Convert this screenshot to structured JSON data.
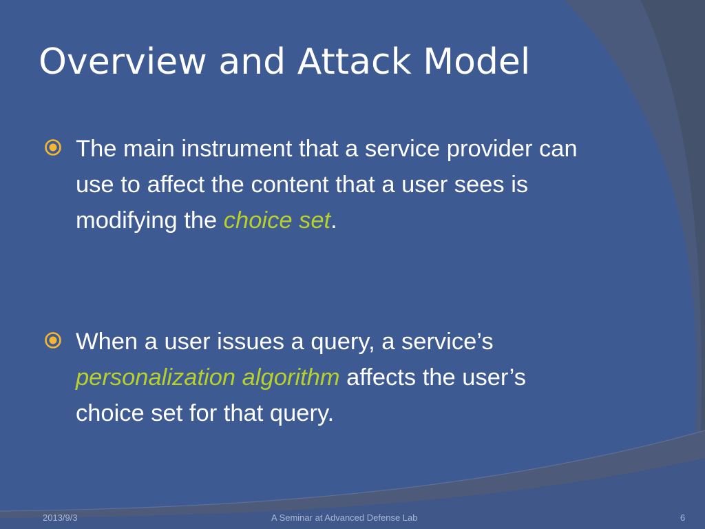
{
  "slide": {
    "title": "Overview and Attack Model",
    "bullets": [
      {
        "text_1": "The main instrument that a service provider can use to affect the content that a user sees is modifying the ",
        "emphasis": "choice set",
        "text_2": "."
      },
      {
        "text_1": "When a user issues a query, a service’s ",
        "emphasis": "personalization algorithm",
        "text_2": " affects the user’s choice set for that query."
      }
    ]
  },
  "footer": {
    "date": "2013/9/3",
    "center": "A Seminar at Advanced Defense Lab",
    "page_number": "6"
  },
  "colors": {
    "background": "#3e5a93",
    "text": "#ffffff",
    "emphasis": "#b8d12a",
    "bullet_icon": "#f5b731"
  }
}
